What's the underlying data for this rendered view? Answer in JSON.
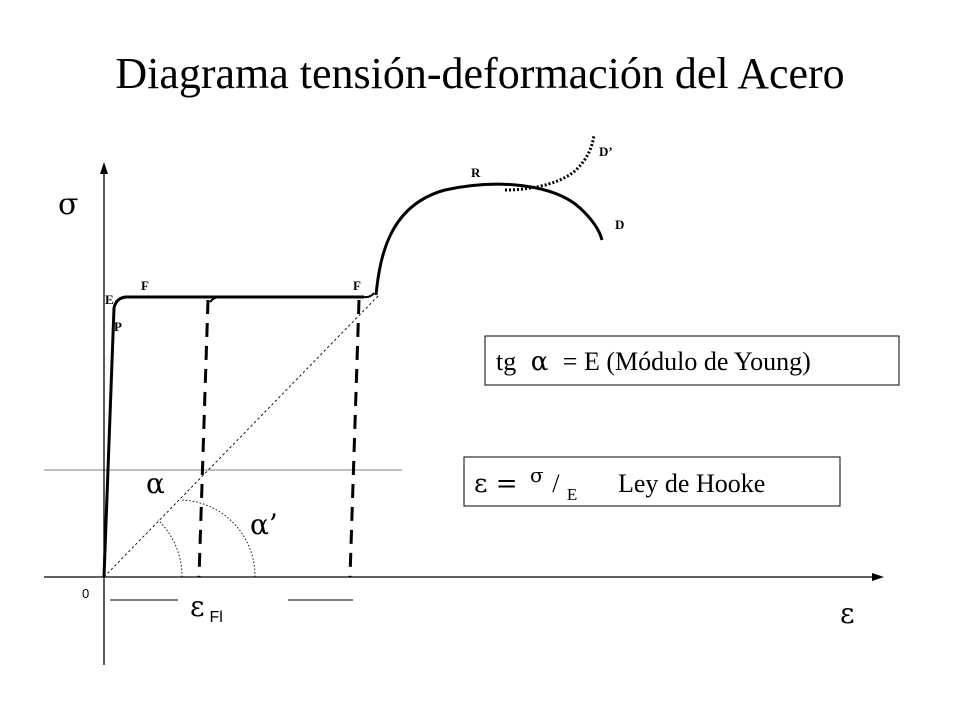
{
  "title": "Diagrama tensión-deformación del Acero",
  "axes": {
    "y_symbol": "σ",
    "x_symbol": "ε",
    "origin": "0"
  },
  "points": {
    "E": "E",
    "P": "P",
    "F1": "F",
    "F2": "F",
    "R": "R",
    "D": "D",
    "D_prime": "D’"
  },
  "angles": {
    "alpha": "α",
    "alpha_prime": "α’"
  },
  "strain_label": {
    "symbol": "ε",
    "subscript": "Fl"
  },
  "young_box": {
    "prefix": "tg",
    "alpha": "α",
    "rest": "= E (Módulo de Young)"
  },
  "hooke_box": {
    "lhs": "ε =",
    "numerator": "σ",
    "slash": "/",
    "denominator": "E",
    "law": "Ley de Hooke"
  },
  "colors": {
    "ink": "#000000",
    "background": "#ffffff"
  }
}
